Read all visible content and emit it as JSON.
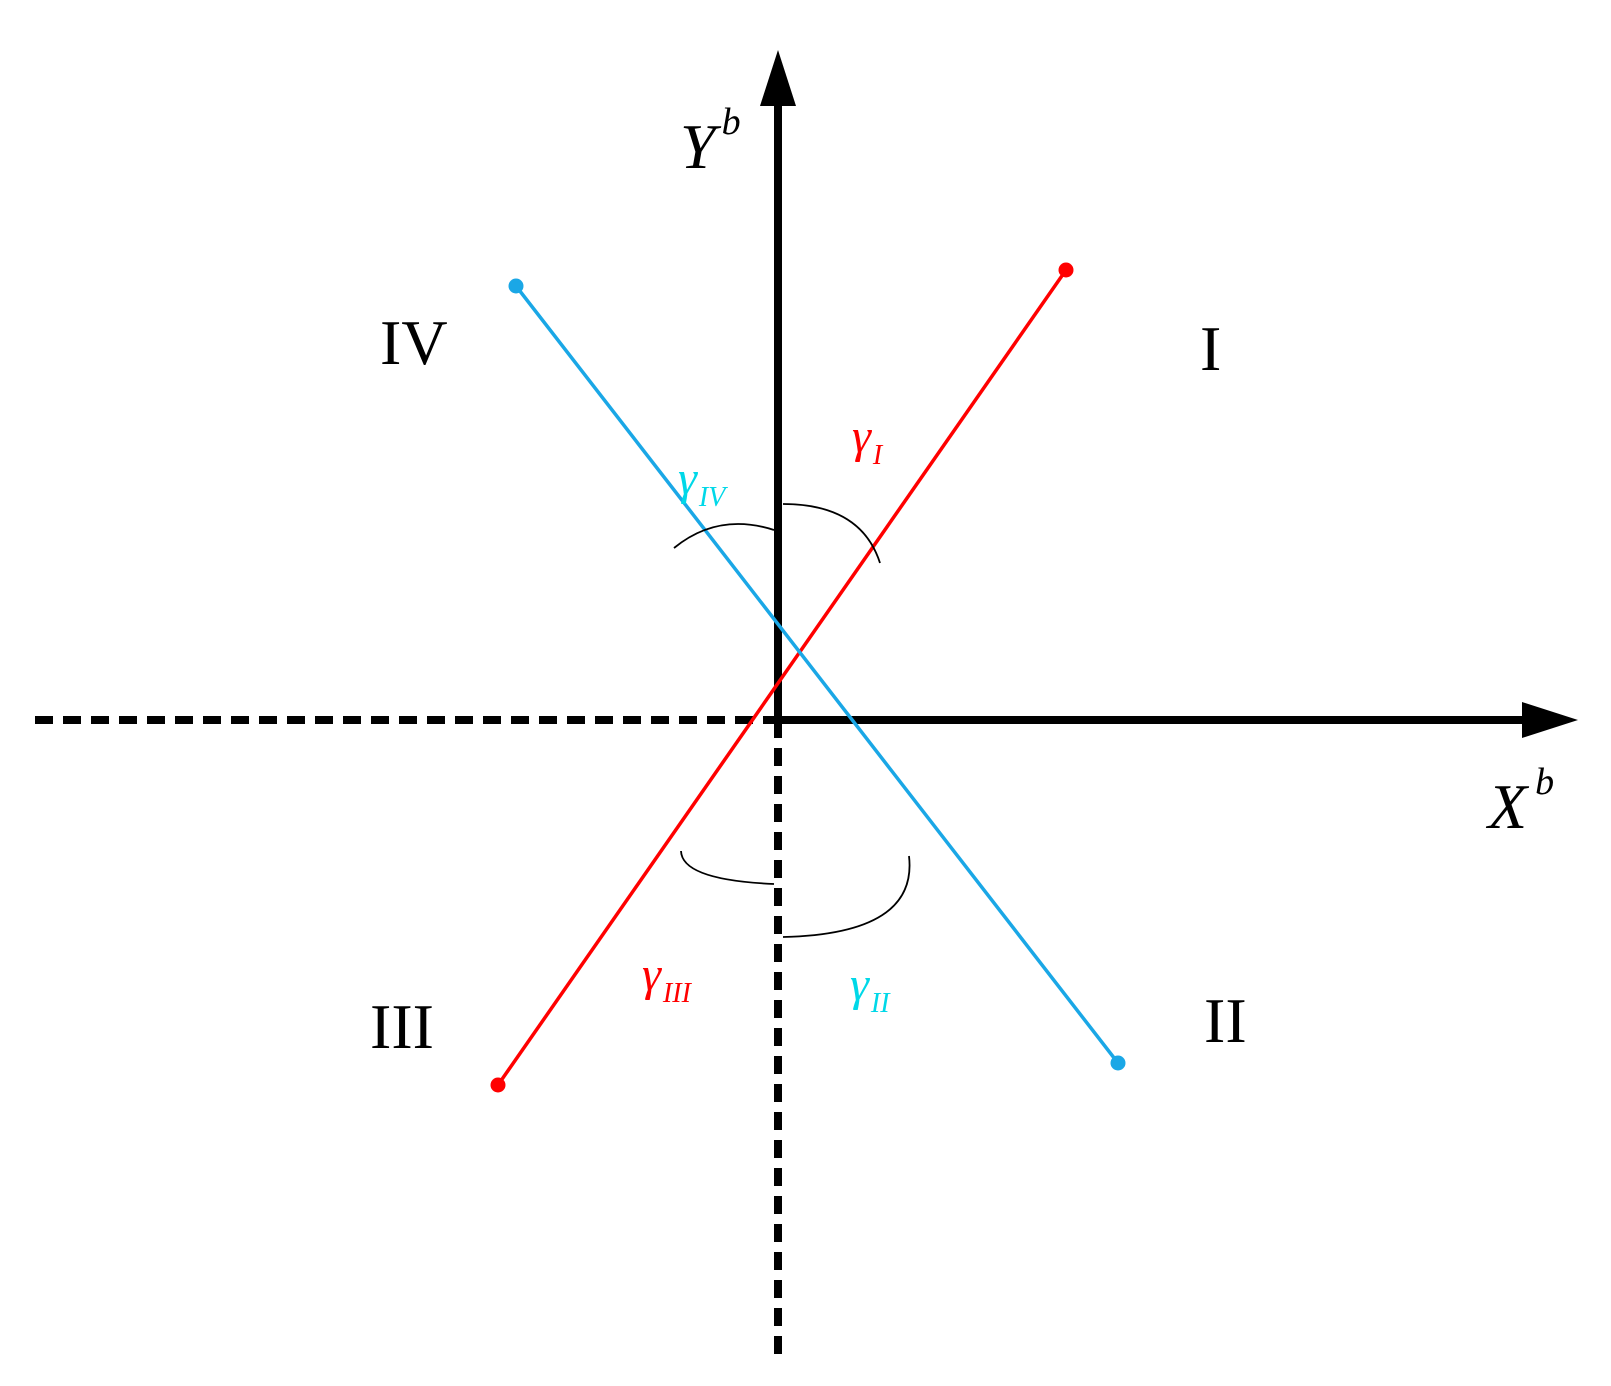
{
  "diagram": {
    "axes": {
      "x": {
        "base": "X",
        "superscript": "b"
      },
      "y": {
        "base": "Y",
        "superscript": "b"
      }
    },
    "quadrants": {
      "I": "I",
      "II": "II",
      "III": "III",
      "IV": "IV"
    },
    "angles": {
      "I": {
        "symbol": "γ",
        "subscript": "I"
      },
      "II": {
        "symbol": "γ",
        "subscript": "II"
      },
      "III": {
        "symbol": "γ",
        "subscript": "III"
      },
      "IV": {
        "symbol": "γ",
        "subscript": "IV"
      }
    },
    "colors": {
      "axis": "#000000",
      "red_line": "#ff0000",
      "blue_line": "#1aa7e6",
      "red_label": "#ff0000",
      "cyan_label": "#00d8e8",
      "arc": "#000000"
    }
  }
}
